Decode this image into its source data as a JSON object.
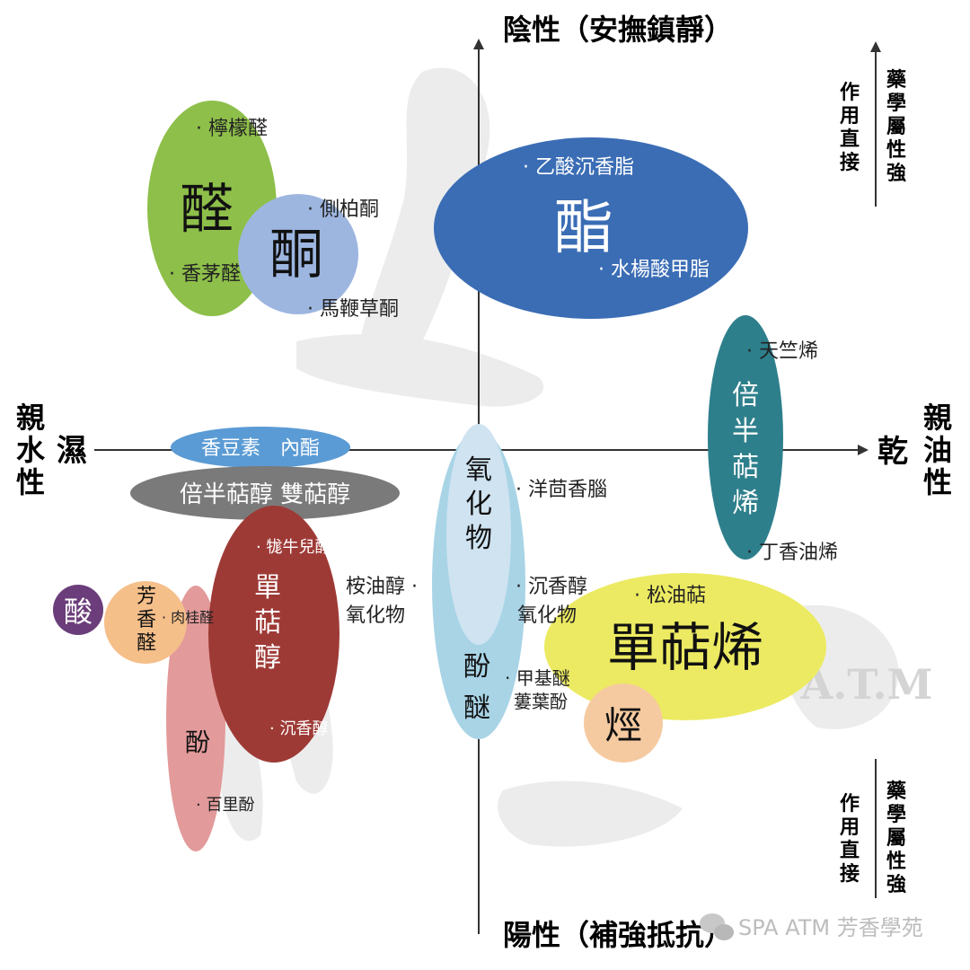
{
  "axes": {
    "top": "陰性（安撫鎮靜）",
    "bottom": "陽性（補強抵抗）",
    "left_outer": [
      "親",
      "水",
      "性"
    ],
    "left_inner": "濕",
    "right_outer": [
      "親",
      "油",
      "性"
    ],
    "right_inner": "乾"
  },
  "side_notes": {
    "top_right": {
      "col1": [
        "作",
        "用",
        "直",
        "接"
      ],
      "col2": [
        "藥",
        "學",
        "屬",
        "性",
        "強"
      ]
    },
    "bottom_right": {
      "col1": [
        "作",
        "用",
        "直",
        "接"
      ],
      "col2": [
        "藥",
        "學",
        "屬",
        "性",
        "強"
      ]
    }
  },
  "groups": {
    "aldehyde": {
      "label": "醛",
      "items": [
        "檸檬醛",
        "香茅醛"
      ],
      "color": "#8ebf4a"
    },
    "ketone": {
      "label": "酮",
      "items": [
        "側柏酮",
        "馬鞭草酮"
      ],
      "color": "#9db6e0"
    },
    "ester": {
      "label": "酯",
      "items": [
        "乙酸沉香脂",
        "水楊酸甲脂"
      ],
      "color": "#3b6db5"
    },
    "sesquiterpene": {
      "label": [
        "倍",
        "半",
        "萜",
        "烯"
      ],
      "items": [
        "天竺烯",
        "丁香油烯"
      ],
      "color": "#2e7f8c"
    },
    "coumarin_lactone": {
      "label": "香豆素　內酯",
      "color": "#5b9bd5"
    },
    "sesq_alcohol": {
      "label": "倍半萜醇 雙萜醇",
      "color": "#7a7a7a"
    },
    "monoterpenol": {
      "label": [
        "單",
        "萜",
        "醇"
      ],
      "items": [
        "牻牛兒醇",
        "沉香醇"
      ],
      "color": "#9e3a36"
    },
    "oxide": {
      "label": [
        "氧",
        "化",
        "物"
      ],
      "items": [
        "洋茴香腦",
        "沉香醇",
        "氧化物",
        "桉油醇",
        "氧化物"
      ],
      "color": "#a8d4e6"
    },
    "phenol_ether": {
      "label": [
        "酚",
        "醚"
      ],
      "items": [
        "甲基醚",
        "蔞葉酚"
      ],
      "color": "#a8d4e6"
    },
    "monoterpene": {
      "label": "單萜烯",
      "items": [
        "松油萜"
      ],
      "color": "#ecea62"
    },
    "hydrocarbon": {
      "label": "烴",
      "color": "#f6caa0"
    },
    "acid": {
      "label": "酸",
      "color": "#6b3d7a"
    },
    "aromatic_aldehyde": {
      "label": [
        "芳",
        "香",
        "醛"
      ],
      "items": [
        "肉桂醛"
      ],
      "color": "#f5bf8a"
    },
    "phenol": {
      "label": "酚",
      "items": [
        "百里酚"
      ],
      "color": "#e39a9a"
    }
  },
  "watermark": {
    "text": "A.T.M"
  },
  "footer": {
    "text": "SPA ATM 芳香學苑"
  }
}
